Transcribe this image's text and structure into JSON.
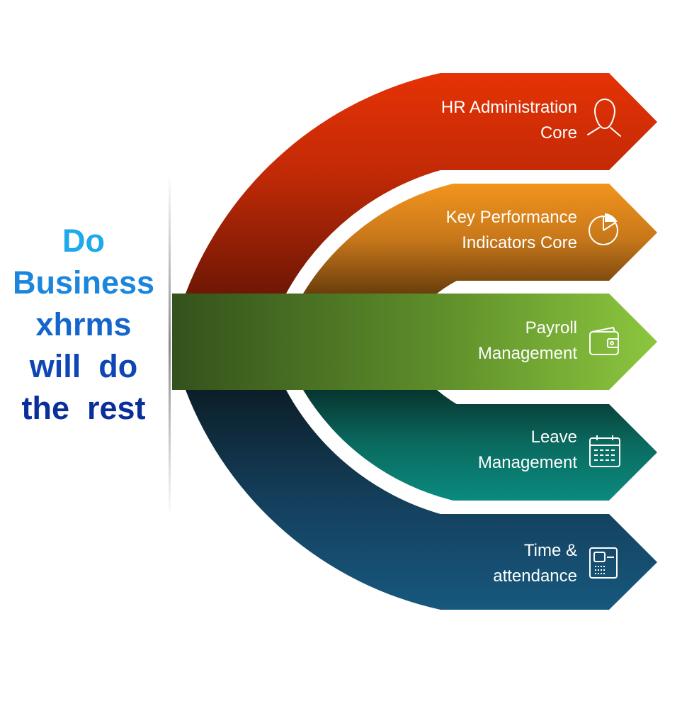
{
  "tagline": {
    "lines": [
      "Do",
      "Business",
      "xhrms",
      "will  do",
      "the  rest"
    ]
  },
  "bands": [
    {
      "lines": [
        "HR Administration",
        "Core"
      ],
      "icon": "person-icon",
      "colors": [
        "#e53205",
        "#c22a06",
        "#6f1705"
      ]
    },
    {
      "lines": [
        "Key Performance",
        "Indicators Core"
      ],
      "icon": "pie-chart-icon",
      "colors": [
        "#f2941d",
        "#c8781a",
        "#6b3e0b"
      ]
    },
    {
      "lines": [
        "Payroll",
        "Management"
      ],
      "icon": "wallet-icon",
      "colors": [
        "#8cc63f",
        "#5e8e2a",
        "#34521c"
      ]
    },
    {
      "lines": [
        "Leave",
        "Management"
      ],
      "icon": "calendar-icon",
      "colors": [
        "#0b8a7e",
        "#0a6b60",
        "#07352f"
      ]
    },
    {
      "lines": [
        "Time &",
        "attendance"
      ],
      "icon": "time-clock-icon",
      "colors": [
        "#17587e",
        "#143f5c",
        "#0c1e28"
      ]
    }
  ]
}
